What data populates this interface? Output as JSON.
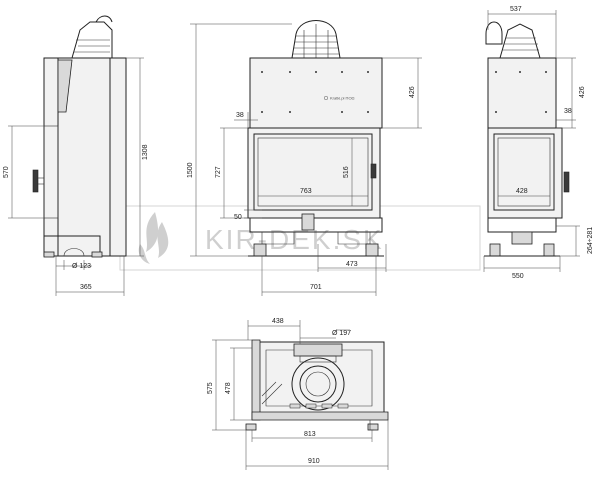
{
  "watermark": {
    "text": "KIR-DEK.SK",
    "flame": "flame-icon"
  },
  "brand": {
    "logo_text": "Kratki.pl ΠΟΩ",
    "logo_icon": "sun-icon"
  },
  "dimensions": {
    "side_left": {
      "height_total": "1308",
      "door_height": "570",
      "flue_diameter": "Ø 123",
      "depth": "365"
    },
    "front": {
      "total_height": "1500",
      "top_height": "426",
      "frame_offset": "38",
      "door_height": "727",
      "glass_height": "516",
      "glass_width": "763",
      "bottom_offset": "50",
      "leg_width": "473",
      "width": "701"
    },
    "side_right": {
      "width_top": "537",
      "top_height": "426",
      "frame_offset": "38",
      "glass_width": "428",
      "leg_height": "264÷281",
      "depth": "550"
    },
    "top_view": {
      "offset": "438",
      "flue_diameter": "Ø 197",
      "depth_outer": "575",
      "depth_inner": "478",
      "inner_width": "813",
      "total_width": "910"
    }
  }
}
